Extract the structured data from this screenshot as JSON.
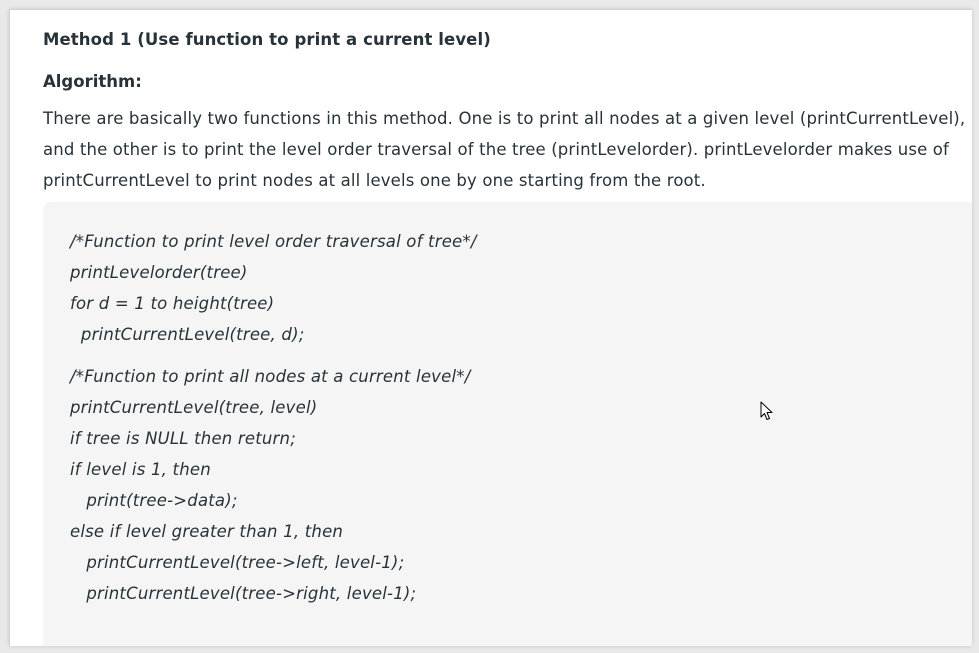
{
  "article": {
    "heading": "Method 1 (Use function to print a current level)",
    "algorithm_label": "Algorithm:",
    "paragraph_lines": [
      "There are basically two functions in this method. One is to print all nodes at a given level (printCurrentLevel),",
      "and the other is to print the level order traversal of the tree (printLevelorder). printLevelorder makes use of",
      "printCurrentLevel to print nodes at all levels one by one starting from the root."
    ]
  },
  "code": {
    "block1": [
      "/*Function to print level order traversal of tree*/",
      "printLevelorder(tree)",
      "for d = 1 to height(tree)",
      "  printCurrentLevel(tree, d);"
    ],
    "block2": [
      "/*Function to print all nodes at a current level*/",
      "printCurrentLevel(tree, level)",
      "if tree is NULL then return;",
      "if level is 1, then",
      "   print(tree->data);",
      "else if level greater than 1, then",
      "   printCurrentLevel(tree->left, level-1);",
      "   printCurrentLevel(tree->right, level-1);"
    ]
  },
  "icons": {
    "cursor": "mouse-pointer-icon"
  },
  "colors": {
    "text": "#273239",
    "code_background": "#f5f5f5",
    "page_background": "#ffffff"
  }
}
